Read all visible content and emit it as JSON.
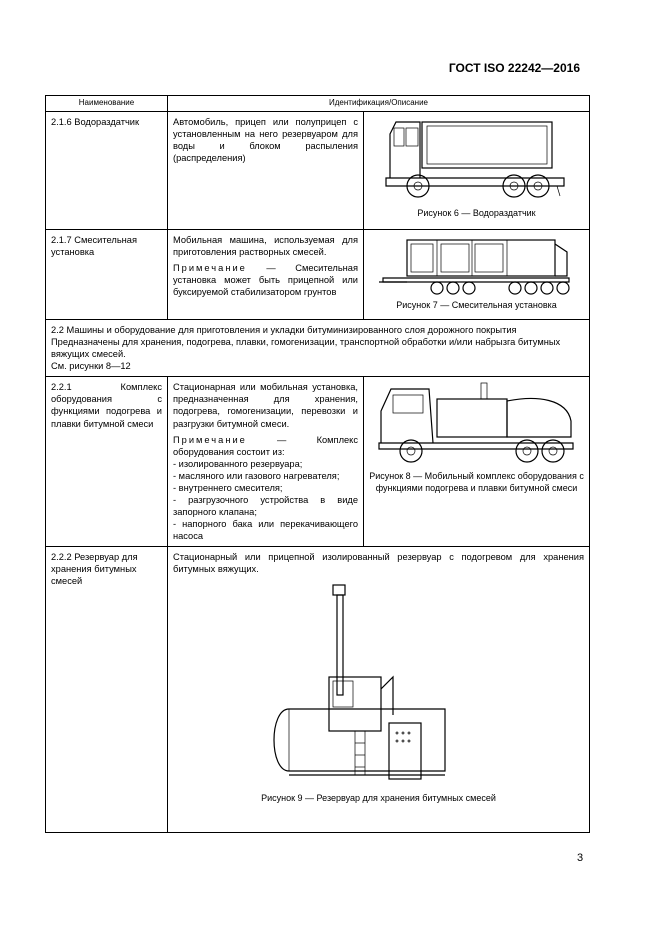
{
  "header": {
    "standard": "ГОСТ ISO 22242—2016"
  },
  "table": {
    "col_name": "Наименование",
    "col_desc": "Идентификация/Описание",
    "rows": [
      {
        "name": "2.1.6 Водораздатчик",
        "desc": "Автомобиль, прицеп или полуприцеп с установленным на него резервуаром для воды и блоком распыления (распределения)",
        "caption": "Рисунок 6 — Водораздатчик"
      },
      {
        "name": "2.1.7 Смесительная установка",
        "desc": "Мобильная машина, используемая для приготовления растворных смесей.",
        "note_label": "Примечание",
        "note_text": " — Смесительная установка может быть прицепной или буксируемой стабилизатором грунтов",
        "caption": "Рисунок 7 — Смесительная установка"
      },
      {
        "section_title": "2.2 Машины и оборудование для приготовления и укладки битуминизированного слоя дорожного покрытия",
        "section_purpose": "Предназначены для хранения, подогрева, плавки, гомогенизации, транспортной обработки и/или набрызга битумных вяжущих смесей.",
        "section_ref": "См. рисунки 8—12"
      },
      {
        "name": "2.2.1 Комплекс оборудования с функциями подогрева и плавки битумной смеси",
        "desc": "Стационарная или мобильная установка, предназначенная для хранения, подогрева, гомогенизации, перевозки и разгрузки битумной смеси.",
        "note_label": "Примечание",
        "note_text": " — Комплекс оборудования состоит из:",
        "list": [
          "- изолированного резервуара;",
          "- масляного или газового нагревателя;",
          "- внутреннего смесителя;",
          "- разгрузочного устройства в виде запорного клапана;",
          "- напорного бака или перекачивающего насоса"
        ],
        "caption": "Рисунок 8 — Мобильный комплекс оборудования с функциями подогрева и плавки битумной смеси"
      },
      {
        "name": "2.2.2 Резервуар для хранения битумных смесей",
        "desc": "Стационарный или прицепной изолированный резервуар с подогревом для хранения битумных вяжущих.",
        "caption": "Рисунок 9 — Резервуар для хранения битумных смесей"
      }
    ]
  },
  "footer": {
    "page_number": "3"
  }
}
